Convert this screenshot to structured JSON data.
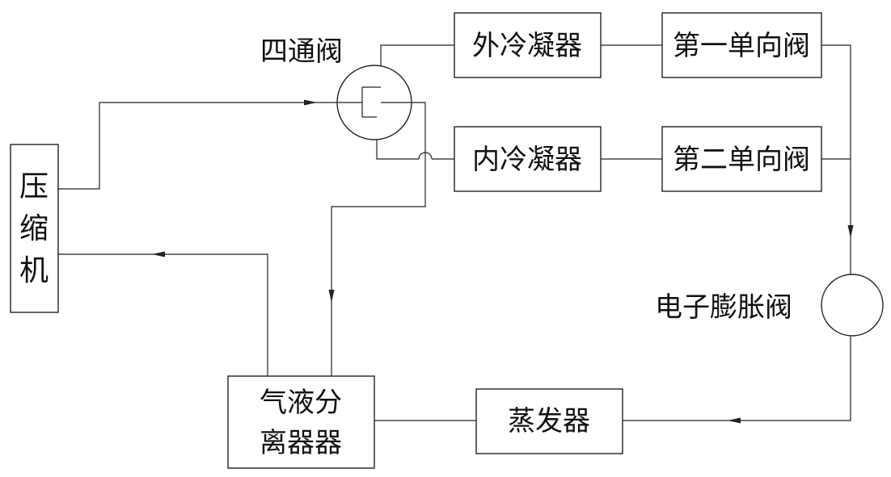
{
  "diagram": {
    "compressor": {
      "line1": "压",
      "line2": "缩",
      "line3": "机"
    },
    "four_way_valve": {
      "label": "四通阀"
    },
    "outer_condenser": {
      "label": "外冷凝器"
    },
    "inner_condenser": {
      "label": "内冷凝器"
    },
    "first_check_valve": {
      "label": "第一单向阀"
    },
    "second_check_valve": {
      "label": "第二单向阀"
    },
    "expansion_valve": {
      "label": "电子膨胀阀"
    },
    "evaporator": {
      "label": "蒸发器"
    },
    "separator": {
      "line1": "气液分",
      "line2": "离器器"
    }
  }
}
